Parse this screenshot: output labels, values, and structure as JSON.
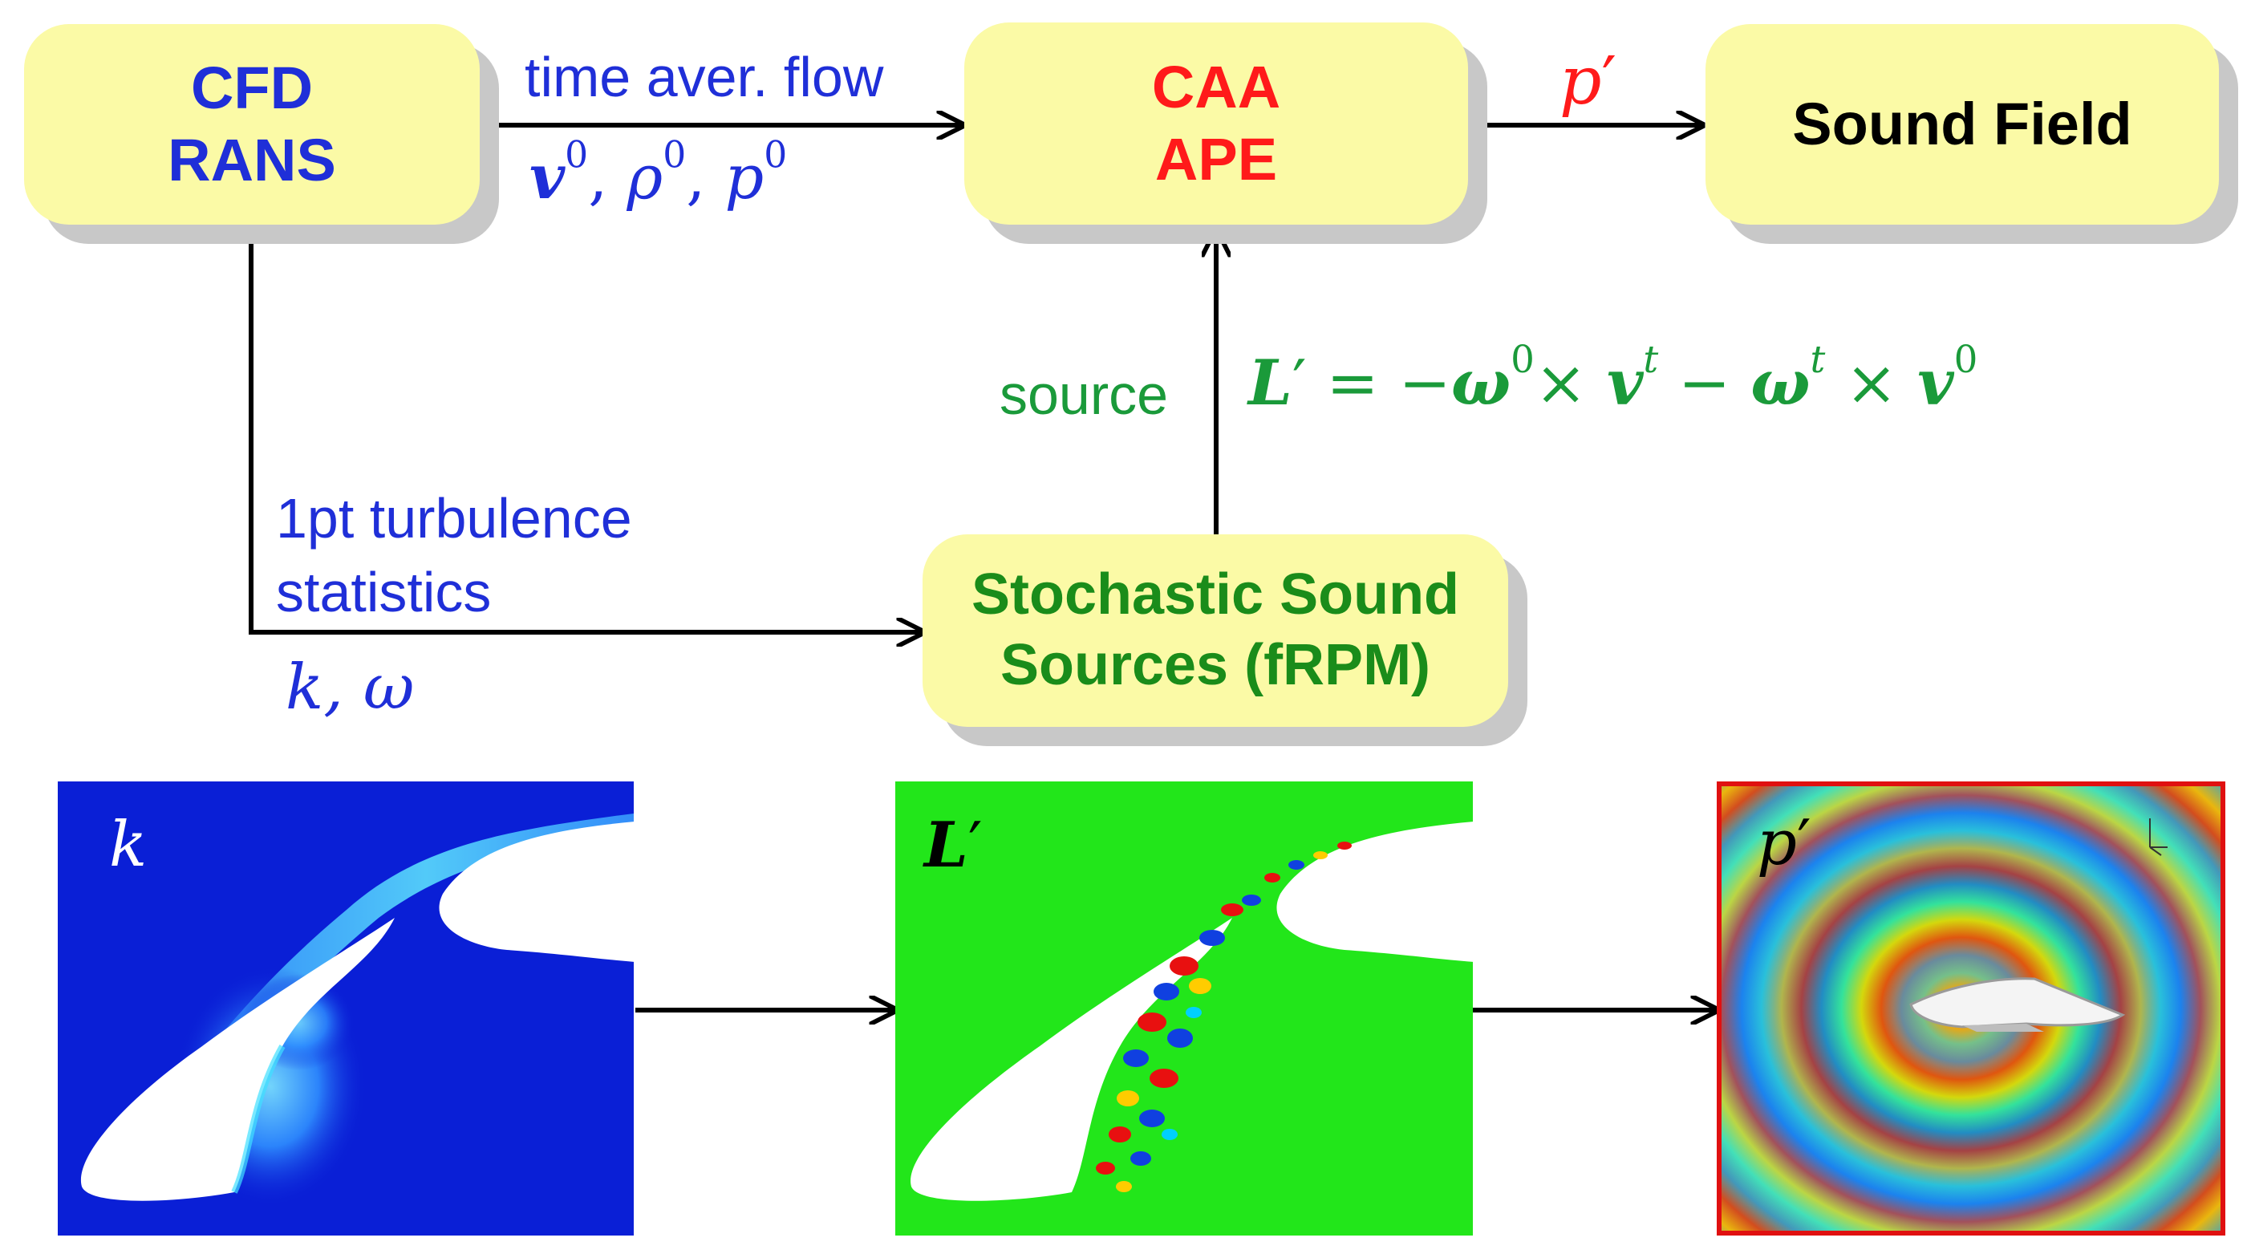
{
  "colors": {
    "box_fill": "#fbfaa6",
    "cfd_text": "#1f2fd8",
    "caa_text": "#ff1a1a",
    "sound_text": "#000000",
    "fprm_text": "#1a8c1a",
    "flow_label": "#1f2fd8",
    "source_label": "#1a9a3a",
    "pressure_label": "#ff1a1a"
  },
  "boxes": {
    "cfd": {
      "line1": "CFD",
      "line2": "RANS"
    },
    "caa": {
      "line1": "CAA",
      "line2": "APE"
    },
    "sound_field": {
      "line1": "Sound Field"
    },
    "stochastic": {
      "line1": "Stochastic Sound",
      "line2": "Sources (fRPM)"
    }
  },
  "labels": {
    "time_aver_flow": "time aver. flow",
    "mean_vars": {
      "v": "v",
      "rho": "ρ",
      "p": "p",
      "sup": "0",
      "sep": ", "
    },
    "pressure": {
      "sym": "p",
      "prime": "′"
    },
    "source_word": "source",
    "source_eq": {
      "lhs": "L",
      "prime": "′",
      "eq": " = −",
      "omega": "ω",
      "times": "×",
      "v": "v",
      "sup0": "0",
      "supt": "t",
      "minus": " − "
    },
    "turbulence_line1": "1pt turbulence",
    "turbulence_line2": "statistics",
    "k_omega": "k, ω"
  },
  "panels": {
    "k": {
      "symbol": "k",
      "background": "#0a1fd6"
    },
    "l": {
      "symbol": "L",
      "prime": "′",
      "background": "#22e61a"
    },
    "p": {
      "symbol": "p",
      "prime": "′",
      "border": "#e01010"
    }
  }
}
